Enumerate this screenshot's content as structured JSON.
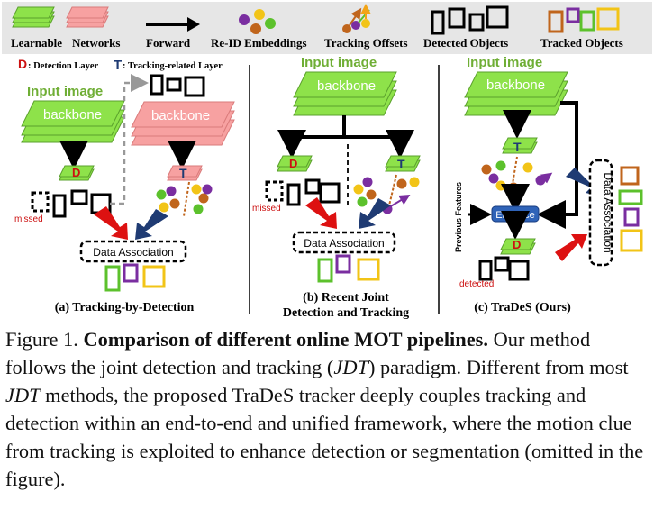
{
  "legend": {
    "learnable": "Learnable",
    "networks": "Networks",
    "forward": "Forward",
    "reid": "Re-ID Embeddings",
    "offsets": "Tracking Offsets",
    "detected": "Detected Objects",
    "tracked": "Tracked Objects",
    "det_layer_letter": "D",
    "det_layer_text": ": Detection Layer",
    "trk_layer_letter": "T",
    "trk_layer_text": ": Tracking-related Layer"
  },
  "labels": {
    "input_image": "Input image",
    "backbone": "backbone",
    "D": "D",
    "T": "T",
    "missed": "missed",
    "detected": "detected",
    "data_association": "Data Association",
    "enhance": "Enhance",
    "previous_features": "Previous Features"
  },
  "panels": {
    "a": "(a) Tracking-by-Detection",
    "b_line1": "(b) Recent Joint",
    "b_line2": "Detection and Tracking",
    "c": "(c) TraDeS (Ours)"
  },
  "caption": {
    "prefix": "Figure 1.",
    "bold": "Comparison of different online MOT pipelines.",
    "s1": "Our method follows the joint detection and tracking (",
    "jdt1": "JDT",
    "s2": ") paradigm. Different from most",
    "jdt2": "JDT",
    "s3": "methods, the proposed TraDeS tracker deeply couples tracking and detection within an end-to-end and unified framework, where the motion clue from tracking is exploited to enhance detection or segmentation (omitted in the figure)."
  },
  "colors": {
    "green": "#8ee24a",
    "green_edge": "#5aa02c",
    "pink": "#f7a1a1",
    "pink_edge": "#d97a7a",
    "red": "#dd1111",
    "navy": "#1f3b73",
    "brown": "#c0651c",
    "purple": "#7a2ea0",
    "yellow": "#f2c417",
    "green_box": "#5cc12c",
    "input_green": "#6fae35",
    "enhance_blue": "#2f63b8"
  }
}
